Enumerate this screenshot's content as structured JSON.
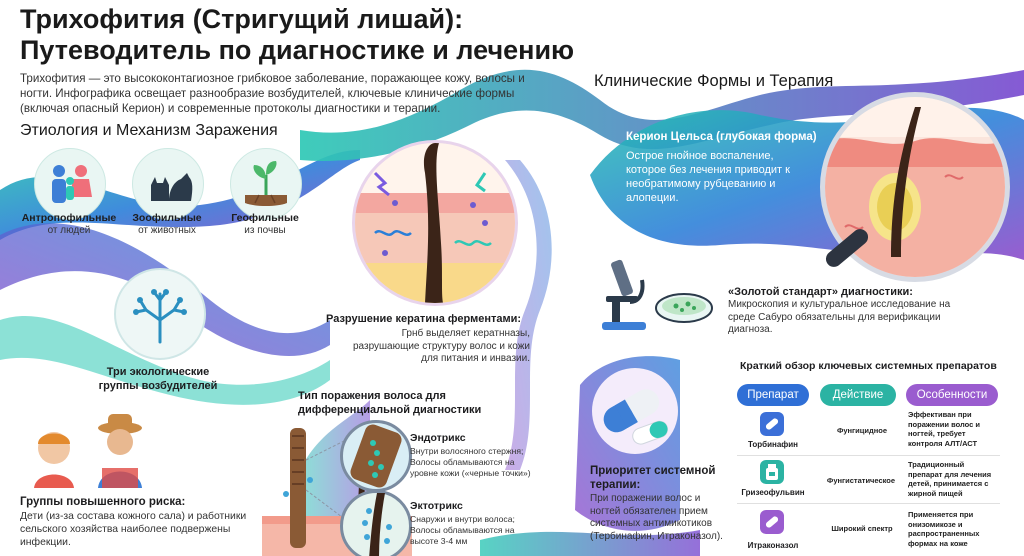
{
  "header": {
    "title_line1": "Трихофития (Стригущий лишай):",
    "title_line2": "Путеводитель по диагностике и лечению",
    "intro": "Трихофития — это высококонтагиозное грибковое заболевание, поражающее кожу, волосы и ногти. Инфографика освещает разнообразие возбудителей, ключевые клинические формы (включая опасный Керион) и современные протоколы диагностики и терапии."
  },
  "etiology": {
    "title": "Этиология и Механизм Заражения",
    "groups": [
      {
        "name": "Антропофильные",
        "sub": "от людей",
        "icon": "people-icon"
      },
      {
        "name": "Зоофильные",
        "sub": "от животных",
        "icon": "cat-dog-icon"
      },
      {
        "name": "Геофильные",
        "sub": "из почвы",
        "icon": "sprout-soil-icon"
      }
    ],
    "fungus_caption": "Три экологические группы возбудителей",
    "keratin_title": "Разрушение кератина ферментами:",
    "keratin_text": "Грнб выделяет кератнназы, разрушающие структуру волос и кожи для питания и инвазии."
  },
  "risk": {
    "title": "Группы повышенного риска:",
    "text": "Дети (из-за состава кожного сала) и работники сельского хозяйства наиболее подвержены инфекции."
  },
  "hair_damage": {
    "title": "Тип поражения волоса для дифференциальной диагностики",
    "endo_title": "Эндотрикс",
    "endo_text": "Внутри волосяного стержня; Волосы обламываются на уровне кожи («черные точки»)",
    "ecto_title": "Эктотрикс",
    "ecto_text": "Снаружи и внутри волоса; Волосы обламываются на высоте 3-4 мм"
  },
  "clinical": {
    "title": "Клинические Формы и Терапия",
    "kerion_title": "Керион Цельса (глубокая форма)",
    "kerion_text": "Острое гнойное воспаление, которое без лечения приводит к необратимому рубцеванию и алопеции."
  },
  "diagnostics": {
    "title": "«Золотой стандарт» диагностики:",
    "text": "Микроскопия и культуральное исследование на среде Сабуро обязательны для верификации диагноза."
  },
  "therapy": {
    "title": "Приоритет системной терапии:",
    "text": "При поражении волос и ногтей обязателен прием системных антимикотиков (Тербинафин, Итраконазол)."
  },
  "drugs": {
    "title": "Краткий обзор ключевых системных препаратов",
    "headers": [
      "Препарат",
      "Действие",
      "Особенности"
    ],
    "header_colors": [
      "#2f6fd6",
      "#2bb3a3",
      "#9a5ccf"
    ],
    "rows": [
      {
        "name": "Торбинафин",
        "action": "Фунгицидное",
        "note": "Эффективан при поражении волос и ногтей, требует контроля АЛТ/АСТ",
        "icon": "pill-icon",
        "color": "#3b6fd8"
      },
      {
        "name": "Гризеофульвин",
        "action": "Фунгистатическое",
        "note": "Традиционный препарат для лечения детей, принимается с жирной пищей",
        "icon": "bottle-icon",
        "color": "#2bb3a3"
      },
      {
        "name": "Итраконазол",
        "action": "Широкий спектр",
        "note": "Применяется при онизомикозе и распространенных формах на коже",
        "icon": "capsule-icon",
        "color": "#9a5ccf"
      }
    ]
  }
}
